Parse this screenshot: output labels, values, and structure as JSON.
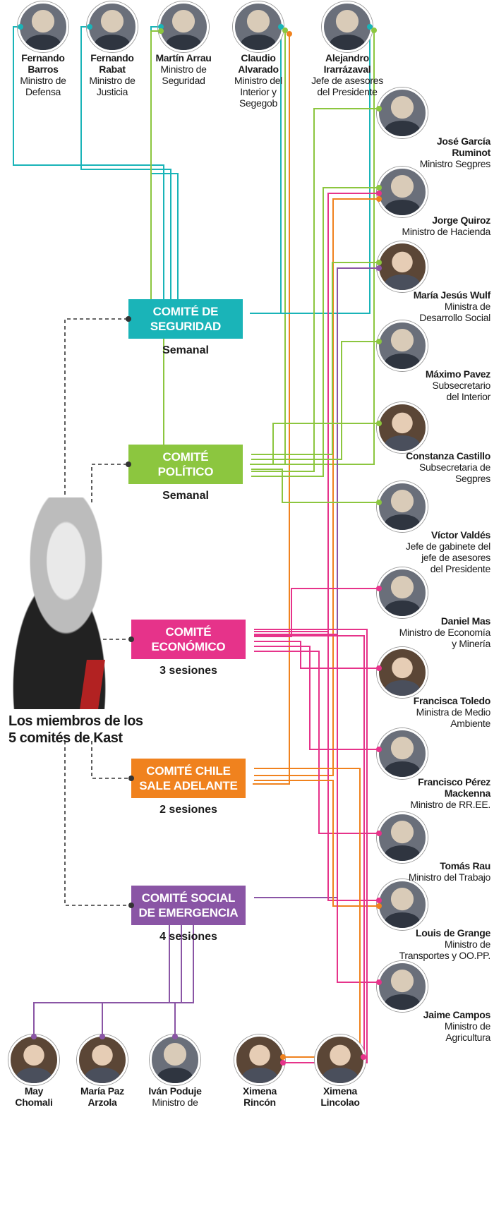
{
  "headline": {
    "line1": "Los miembros de los",
    "line2": "5 comités de Kast"
  },
  "colors": {
    "seguridad": "#1ab4b8",
    "politico": "#8cc63f",
    "economico": "#e6338a",
    "chile": "#f0821e",
    "social": "#8a55a5"
  },
  "committees": [
    {
      "id": "seguridad",
      "line1": "COMITÉ DE",
      "line2": "SEGURIDAD",
      "frequency": "Semanal"
    },
    {
      "id": "politico",
      "line1": "COMITÉ",
      "line2": "POLÍTICO",
      "frequency": "Semanal"
    },
    {
      "id": "economico",
      "line1": "COMITÉ",
      "line2": "ECONÓMICO",
      "frequency": "3 sesiones"
    },
    {
      "id": "chile",
      "line1": "COMITÉ CHILE",
      "line2": "SALE ADELANTE",
      "frequency": "2 sesiones"
    },
    {
      "id": "social",
      "line1": "COMITÉ SOCIAL",
      "line2": "DE EMERGENCIA",
      "frequency": "4 sesiones"
    }
  ],
  "people": [
    {
      "name1": "Fernando",
      "name2": "Barros",
      "role": [
        "Ministro de",
        "Defensa"
      ],
      "icon": "portrait-photo",
      "committees": [
        "seguridad"
      ]
    },
    {
      "name1": "Fernando",
      "name2": "Rabat",
      "role": [
        "Ministro de",
        "Justicia"
      ],
      "icon": "portrait-photo",
      "committees": [
        "seguridad"
      ]
    },
    {
      "name1": "Martín Arrau",
      "name2": "",
      "role": [
        "Ministro de",
        "Seguridad"
      ],
      "icon": "portrait-photo",
      "committees": [
        "seguridad",
        "politico"
      ]
    },
    {
      "name1": "Claudio",
      "name2": "Alvarado",
      "role": [
        "Ministro del",
        "Interior y",
        "Segegob"
      ],
      "icon": "portrait-photo",
      "committees": [
        "seguridad",
        "politico",
        "chile"
      ]
    },
    {
      "name1": "Alejandro",
      "name2": "Irarrázaval",
      "role": [
        "Jefe de asesores",
        "del Presidente"
      ],
      "icon": "portrait-photo",
      "committees": [
        "seguridad",
        "politico"
      ]
    },
    {
      "name1": "José García",
      "name2": "Ruminot",
      "role": [
        "Ministro Segpres"
      ],
      "icon": "portrait-photo",
      "committees": [
        "politico"
      ]
    },
    {
      "name1": "Jorge Quiroz",
      "name2": "",
      "role": [
        "Ministro de Hacienda"
      ],
      "icon": "portrait-photo",
      "committees": [
        "politico",
        "economico",
        "chile"
      ]
    },
    {
      "name1": "María Jesús Wulf",
      "name2": "",
      "role": [
        "Ministra de",
        "Desarrollo Social"
      ],
      "icon": "portrait-photo",
      "committees": [
        "politico",
        "social"
      ]
    },
    {
      "name1": "Máximo Pavez",
      "name2": "",
      "role": [
        "Subsecretario",
        "del Interior"
      ],
      "icon": "portrait-photo",
      "committees": [
        "politico"
      ]
    },
    {
      "name1": "Constanza Castillo",
      "name2": "",
      "role": [
        "Subsecretaria de",
        "Segpres"
      ],
      "icon": "portrait-photo",
      "committees": [
        "politico"
      ]
    },
    {
      "name1": "Víctor Valdés",
      "name2": "",
      "role": [
        "Jefe de gabinete del",
        "jefe de asesores",
        "del Presidente"
      ],
      "icon": "portrait-photo",
      "committees": [
        "politico"
      ]
    },
    {
      "name1": "Daniel Mas",
      "name2": "",
      "role": [
        "Ministro de Economía",
        "y Minería"
      ],
      "icon": "portrait-photo",
      "committees": [
        "economico"
      ]
    },
    {
      "name1": "Francisca Toledo",
      "name2": "",
      "role": [
        "Ministra de Medio",
        "Ambiente"
      ],
      "icon": "portrait-photo",
      "committees": [
        "economico"
      ]
    },
    {
      "name1": "Francisco Pérez",
      "name2": "Mackenna",
      "role": [
        "Ministro de RR.EE."
      ],
      "icon": "portrait-photo",
      "committees": [
        "economico"
      ]
    },
    {
      "name1": "Tomás Rau",
      "name2": "",
      "role": [
        "Ministro del Trabajo"
      ],
      "icon": "portrait-photo",
      "committees": [
        "economico"
      ]
    },
    {
      "name1": "Louis de Grange",
      "name2": "",
      "role": [
        "Ministro de",
        "Transportes y OO.PP."
      ],
      "icon": "portrait-photo",
      "committees": [
        "economico",
        "chile"
      ]
    },
    {
      "name1": "Jaime Campos",
      "name2": "",
      "role": [
        "Ministro de",
        "Agricultura"
      ],
      "icon": "portrait-photo",
      "committees": [
        "economico"
      ]
    },
    {
      "name1": "May",
      "name2": "Chomali",
      "role": [],
      "icon": "portrait-photo",
      "committees": [
        "social"
      ]
    },
    {
      "name1": "María Paz",
      "name2": "Arzola",
      "role": [],
      "icon": "portrait-photo",
      "committees": [
        "social"
      ]
    },
    {
      "name1": "Iván Poduje",
      "name2": "",
      "role": [
        "Ministro de"
      ],
      "icon": "portrait-photo",
      "committees": [
        "social"
      ]
    },
    {
      "name1": "Ximena",
      "name2": "Rincón",
      "role": [],
      "icon": "portrait-photo",
      "committees": [
        "chile",
        "economico"
      ]
    },
    {
      "name1": "Ximena",
      "name2": "Lincolao",
      "role": [],
      "icon": "portrait-photo",
      "committees": [
        "economico"
      ]
    }
  ],
  "president_photo": "kast-portrait-photo"
}
